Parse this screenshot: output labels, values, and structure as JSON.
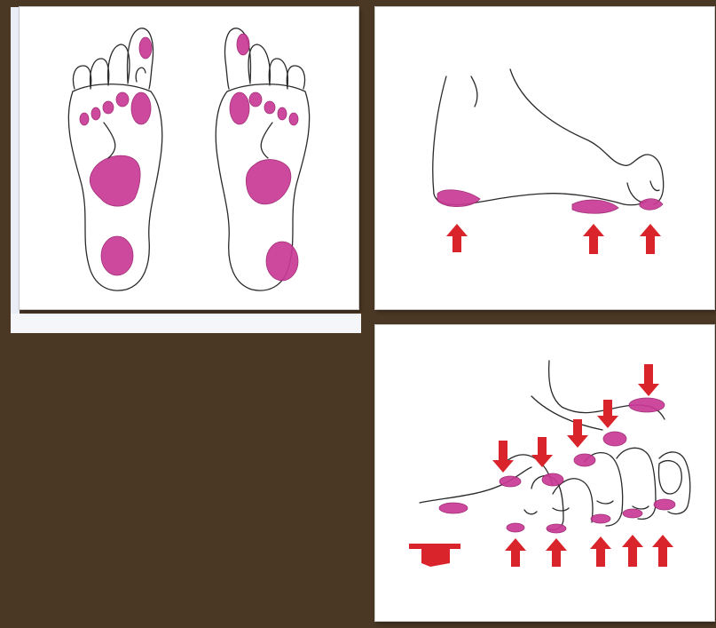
{
  "colors": {
    "background": "#4a3724",
    "panel": "#ffffff",
    "pressure_pad": "#c93a96",
    "arrow": "#d8242a",
    "ink": "#2a2a2a"
  },
  "panels": [
    {
      "id": "soles",
      "content": "foot-soles-with-pressure-areas"
    },
    {
      "id": "side",
      "content": "foot-side-view-with-up-arrows"
    },
    {
      "id": "toes",
      "content": "toes-detail-with-arrows"
    }
  ]
}
